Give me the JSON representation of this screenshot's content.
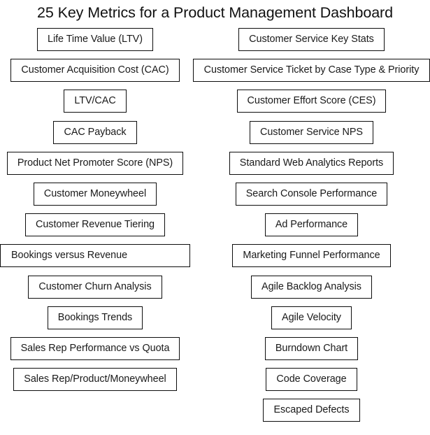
{
  "title": "25 Key Metrics for a Product Management Dashboard",
  "theme": {
    "background": "#ffffff",
    "border_color": "#0d0d0d",
    "text_color": "#1a1a1a"
  },
  "columns": {
    "left": {
      "name": "left-metric-column",
      "boxes": [
        {
          "label": "Life Time Value (LTV)",
          "align": "center",
          "full_width": false
        },
        {
          "label": "Customer Acquisition Cost (CAC)",
          "align": "center",
          "full_width": false
        },
        {
          "label": "LTV/CAC",
          "align": "center",
          "full_width": false
        },
        {
          "label": "CAC Payback",
          "align": "center",
          "full_width": false
        },
        {
          "label": "Product Net Promoter Score (NPS)",
          "align": "center",
          "full_width": false
        },
        {
          "label": "Customer Moneywheel",
          "align": "center",
          "full_width": false
        },
        {
          "label": "Customer Revenue Tiering",
          "align": "center",
          "full_width": false
        },
        {
          "label": "Bookings versus Revenue",
          "align": "left",
          "full_width": true
        },
        {
          "label": "Customer Churn Analysis",
          "align": "center",
          "full_width": false
        },
        {
          "label": "Bookings Trends",
          "align": "center",
          "full_width": false
        },
        {
          "label": "Sales Rep Performance vs Quota",
          "align": "center",
          "full_width": false
        },
        {
          "label": "Sales Rep/Product/Moneywheel",
          "align": "center",
          "full_width": false
        }
      ]
    },
    "right": {
      "name": "right-metric-column",
      "boxes": [
        {
          "label": "Customer Service Key Stats",
          "align": "center",
          "full_width": false
        },
        {
          "label": "Customer Service Ticket by Case Type  & Priority",
          "align": "center",
          "full_width": true
        },
        {
          "label": "Customer Effort Score (CES)",
          "align": "center",
          "full_width": false
        },
        {
          "label": "Customer Service NPS",
          "align": "center",
          "full_width": false
        },
        {
          "label": "Standard Web Analytics Reports",
          "align": "center",
          "full_width": false
        },
        {
          "label": "Search Console Performance",
          "align": "center",
          "full_width": false
        },
        {
          "label": "Ad Performance",
          "align": "center",
          "full_width": false
        },
        {
          "label": "Marketing Funnel Performance",
          "align": "center",
          "full_width": false
        },
        {
          "label": "Agile Backlog Analysis",
          "align": "center",
          "full_width": false
        },
        {
          "label": "Agile Velocity",
          "align": "center",
          "full_width": false
        },
        {
          "label": "Burndown Chart",
          "align": "center",
          "full_width": false
        },
        {
          "label": "Code Coverage",
          "align": "center",
          "full_width": false
        },
        {
          "label": "Escaped Defects",
          "align": "center",
          "full_width": false
        }
      ]
    }
  }
}
